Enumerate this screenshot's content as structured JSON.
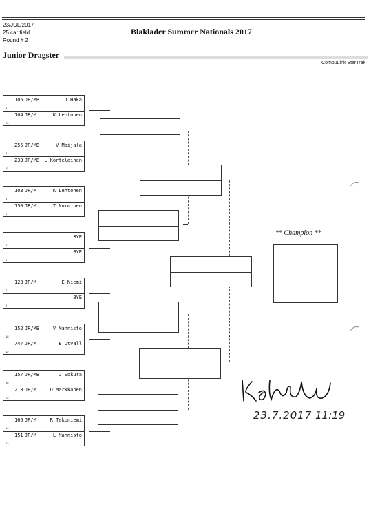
{
  "header": {
    "date": "23/JUL/2017",
    "field": "25 car field",
    "round": "Round # 2",
    "title": "Blaklader Summer Nationals 2017",
    "event": "Junior Dragster",
    "vendor": "CompuLink StarTrak"
  },
  "pairs": [
    {
      "top": {
        "num": "105",
        "cls": "JR/MB",
        "name": "J Haka",
        "lane": "1"
      },
      "bottom": {
        "num": "104",
        "cls": "JR/M",
        "name": "K Lehtonen",
        "lane": "20"
      }
    },
    {
      "top": {
        "num": "255",
        "cls": "JR/MB",
        "name": "V Maijala",
        "lane": "5"
      },
      "bottom": {
        "num": "233",
        "cls": "JR/MB",
        "name": "L Kortelainen",
        "lane": "11"
      }
    },
    {
      "top": {
        "num": "103",
        "cls": "JR/M",
        "name": "K Lehtonen",
        "lane": "3"
      },
      "bottom": {
        "num": "150",
        "cls": "JR/M",
        "name": "T Nurminen",
        "lane": "9"
      }
    },
    {
      "top": {
        "num": "",
        "cls": "",
        "name": "BYE",
        "lane": "0"
      },
      "bottom": {
        "num": "",
        "cls": "",
        "name": "BYE",
        "lane": "0"
      }
    },
    {
      "top": {
        "num": "123",
        "cls": "JR/M",
        "name": "E Niemi",
        "lane": "2"
      },
      "bottom": {
        "num": "",
        "cls": "",
        "name": "BYE",
        "lane": "0"
      }
    },
    {
      "top": {
        "num": "152",
        "cls": "JR/MB",
        "name": "V Mannisto",
        "lane": "18"
      },
      "bottom": {
        "num": "747",
        "cls": "JR/M",
        "name": "E Otvall",
        "lane": "12"
      }
    },
    {
      "top": {
        "num": "157",
        "cls": "JR/MB",
        "name": "J Sokura",
        "lane": "16"
      },
      "bottom": {
        "num": "213",
        "cls": "JR/M",
        "name": "O Markkanen",
        "lane": "22"
      }
    },
    {
      "top": {
        "num": "166",
        "cls": "JR/M",
        "name": "R Tekoniemi",
        "lane": "19"
      },
      "bottom": {
        "num": "151",
        "cls": "JR/M",
        "name": "L Mannisto",
        "lane": "13"
      }
    }
  ],
  "champion_label": "** Champion **",
  "signature": {
    "date_text": "23.7.2017",
    "time_text": "11:19"
  }
}
